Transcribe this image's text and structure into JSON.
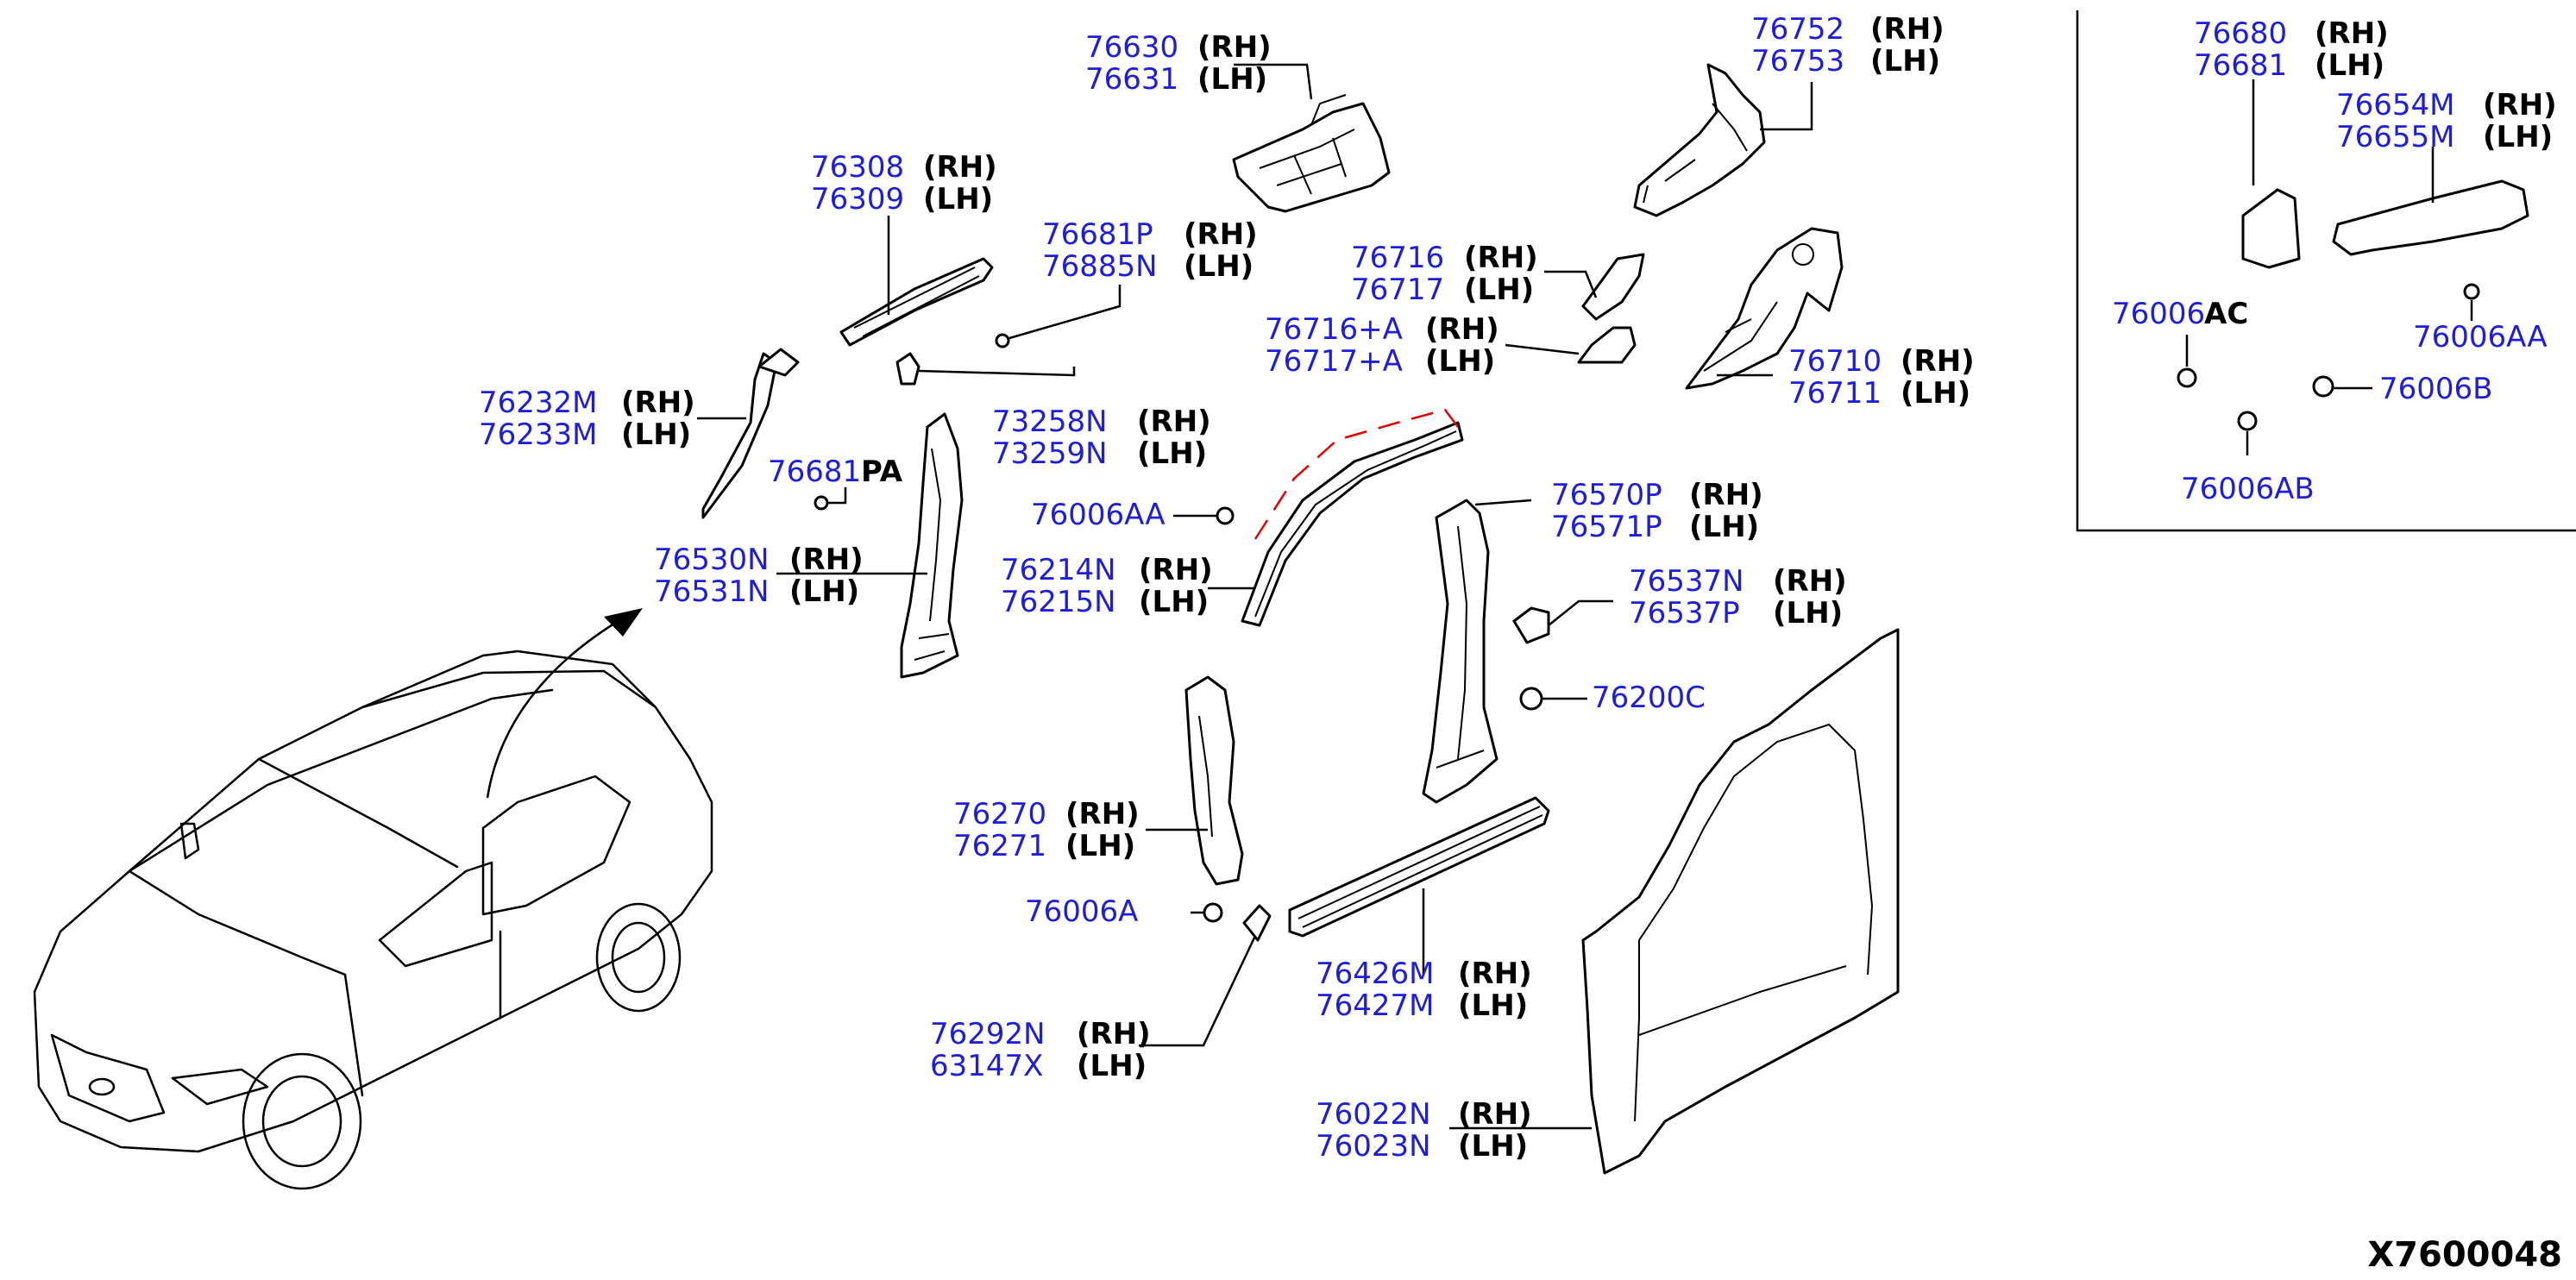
{
  "reference_code": "X7600048",
  "callouts": [
    {
      "id": "c76630",
      "lines": [
        {
          "pn": "76630",
          "side": "(RH)"
        },
        {
          "pn": "76631",
          "side": "(LH)"
        }
      ]
    },
    {
      "id": "c76752",
      "lines": [
        {
          "pn": "76752",
          "side": "(RH)"
        },
        {
          "pn": "76753",
          "side": "(LH)"
        }
      ]
    },
    {
      "id": "c76308",
      "lines": [
        {
          "pn": "76308",
          "side": "(RH)"
        },
        {
          "pn": "76309",
          "side": "(LH)"
        }
      ]
    },
    {
      "id": "c76681p",
      "lines": [
        {
          "pn": "76681P",
          "side": "(RH)"
        },
        {
          "pn": "76885N",
          "side": "(LH)"
        }
      ]
    },
    {
      "id": "c76716",
      "lines": [
        {
          "pn": "76716",
          "side": "(RH)"
        },
        {
          "pn": "76717",
          "side": "(LH)"
        }
      ]
    },
    {
      "id": "c76716a",
      "lines": [
        {
          "pn": "76716+A",
          "side": "(RH)"
        },
        {
          "pn": "76717+A",
          "side": "(LH)"
        }
      ]
    },
    {
      "id": "c76710",
      "lines": [
        {
          "pn": "76710",
          "side": "(RH)"
        },
        {
          "pn": "76711",
          "side": "(LH)"
        }
      ]
    },
    {
      "id": "c76232",
      "lines": [
        {
          "pn": "76232M",
          "side": "(RH)"
        },
        {
          "pn": "76233M",
          "side": "(LH)"
        }
      ]
    },
    {
      "id": "c73258",
      "lines": [
        {
          "pn": "73258N",
          "side": "(RH)"
        },
        {
          "pn": "73259N",
          "side": "(LH)"
        }
      ]
    },
    {
      "id": "c76570",
      "lines": [
        {
          "pn": "76570P",
          "side": "(RH)"
        },
        {
          "pn": "76571P",
          "side": "(LH)"
        }
      ]
    },
    {
      "id": "c76530",
      "lines": [
        {
          "pn": "76530N",
          "side": "(RH)"
        },
        {
          "pn": "76531N",
          "side": "(LH)"
        }
      ]
    },
    {
      "id": "c76214",
      "lines": [
        {
          "pn": "76214N",
          "side": "(RH)"
        },
        {
          "pn": "76215N",
          "side": "(LH)"
        }
      ]
    },
    {
      "id": "c76537",
      "lines": [
        {
          "pn": "76537N",
          "side": "(RH)"
        },
        {
          "pn": "76537P",
          "side": "(LH)"
        }
      ]
    },
    {
      "id": "c76270",
      "lines": [
        {
          "pn": "76270",
          "side": "(RH)"
        },
        {
          "pn": "76271",
          "side": "(LH)"
        }
      ]
    },
    {
      "id": "c76426",
      "lines": [
        {
          "pn": "76426M",
          "side": "(RH)"
        },
        {
          "pn": "76427M",
          "side": "(LH)"
        }
      ]
    },
    {
      "id": "c76292",
      "lines": [
        {
          "pn": "76292N",
          "side": "(RH)"
        },
        {
          "pn": "63147X",
          "side": "(LH)"
        }
      ]
    },
    {
      "id": "c76022",
      "lines": [
        {
          "pn": "76022N",
          "side": "(RH)"
        },
        {
          "pn": "76023N",
          "side": "(LH)"
        }
      ]
    },
    {
      "id": "c76680",
      "lines": [
        {
          "pn": "76680",
          "side": "(RH)"
        },
        {
          "pn": "76681",
          "side": "(LH)"
        }
      ]
    },
    {
      "id": "c76654",
      "lines": [
        {
          "pn": "76654M",
          "side": "(RH)"
        },
        {
          "pn": "76655M",
          "side": "(LH)"
        }
      ]
    }
  ],
  "single_labels": {
    "l76681pa": {
      "pn": "76681",
      "suffix": "PA"
    },
    "l76006aa_main": {
      "pn": "76006AA"
    },
    "l76200c": {
      "pn": "76200C"
    },
    "l76006a": {
      "pn": "76006A"
    },
    "l76006ac": {
      "pn": "76006",
      "suffix": "AC"
    },
    "l76006aa_inset": {
      "pn": "76006AA"
    },
    "l76006b": {
      "pn": "76006B"
    },
    "l76006ab": {
      "pn": "76006AB"
    }
  }
}
